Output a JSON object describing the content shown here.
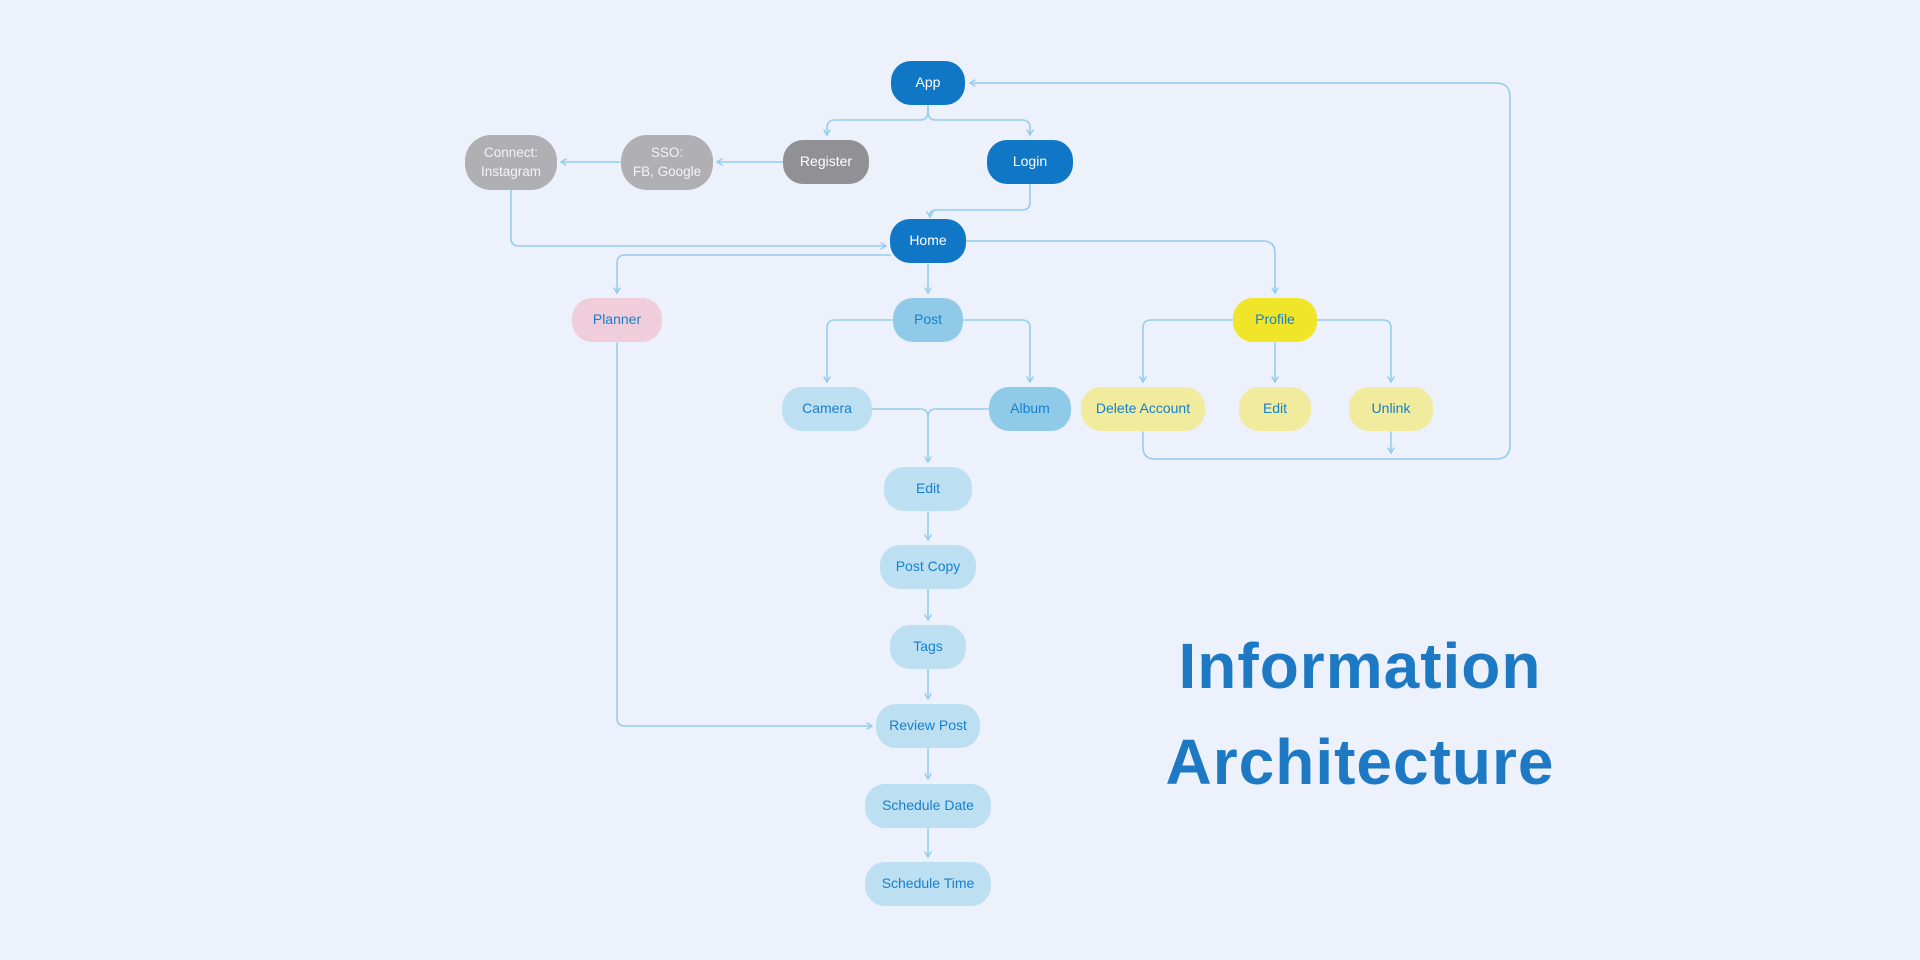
{
  "title": {
    "line1": "Information",
    "line2": "Architecture"
  },
  "colors": {
    "background": "#EDF1FB",
    "line": "#93CEEF",
    "title_text": "#1D79C4",
    "node_text_blue": "#1580CF",
    "primary_blue": "#1077C6",
    "gray_dark": "#909095",
    "gray_light": "#AFAFB4",
    "pink": "#EFCDDA",
    "sky_blue": "#8FCBE9",
    "pale_blue": "#BCDFF2",
    "yellow_bright": "#F0E529",
    "yellow_pale": "#F0EB9D"
  },
  "nodes": [
    {
      "id": "app",
      "label": "App",
      "style": "primary"
    },
    {
      "id": "connect",
      "lines": [
        "Connect:",
        "Instagram"
      ],
      "style": "gray-light"
    },
    {
      "id": "sso",
      "lines": [
        "SSO:",
        "FB, Google"
      ],
      "style": "gray-light"
    },
    {
      "id": "register",
      "label": "Register",
      "style": "gray-dark"
    },
    {
      "id": "login",
      "label": "Login",
      "style": "primary"
    },
    {
      "id": "home",
      "label": "Home",
      "style": "primary"
    },
    {
      "id": "planner",
      "label": "Planner",
      "style": "pink"
    },
    {
      "id": "post",
      "label": "Post",
      "style": "sky"
    },
    {
      "id": "profile",
      "label": "Profile",
      "style": "yellow-bright"
    },
    {
      "id": "camera",
      "label": "Camera",
      "style": "blue-pale"
    },
    {
      "id": "album",
      "label": "Album",
      "style": "sky"
    },
    {
      "id": "delete-account",
      "label": "Delete Account",
      "style": "yellow-pale"
    },
    {
      "id": "profile-edit",
      "label": "Edit",
      "style": "yellow-pale"
    },
    {
      "id": "unlink",
      "label": "Unlink",
      "style": "yellow-pale"
    },
    {
      "id": "edit",
      "label": "Edit",
      "style": "blue-pale"
    },
    {
      "id": "post-copy",
      "label": "Post Copy",
      "style": "blue-pale"
    },
    {
      "id": "tags",
      "label": "Tags",
      "style": "blue-pale"
    },
    {
      "id": "review-post",
      "label": "Review Post",
      "style": "blue-pale"
    },
    {
      "id": "schedule-date",
      "label": "Schedule Date",
      "style": "blue-pale"
    },
    {
      "id": "schedule-time",
      "label": "Schedule Time",
      "style": "blue-pale"
    }
  ]
}
